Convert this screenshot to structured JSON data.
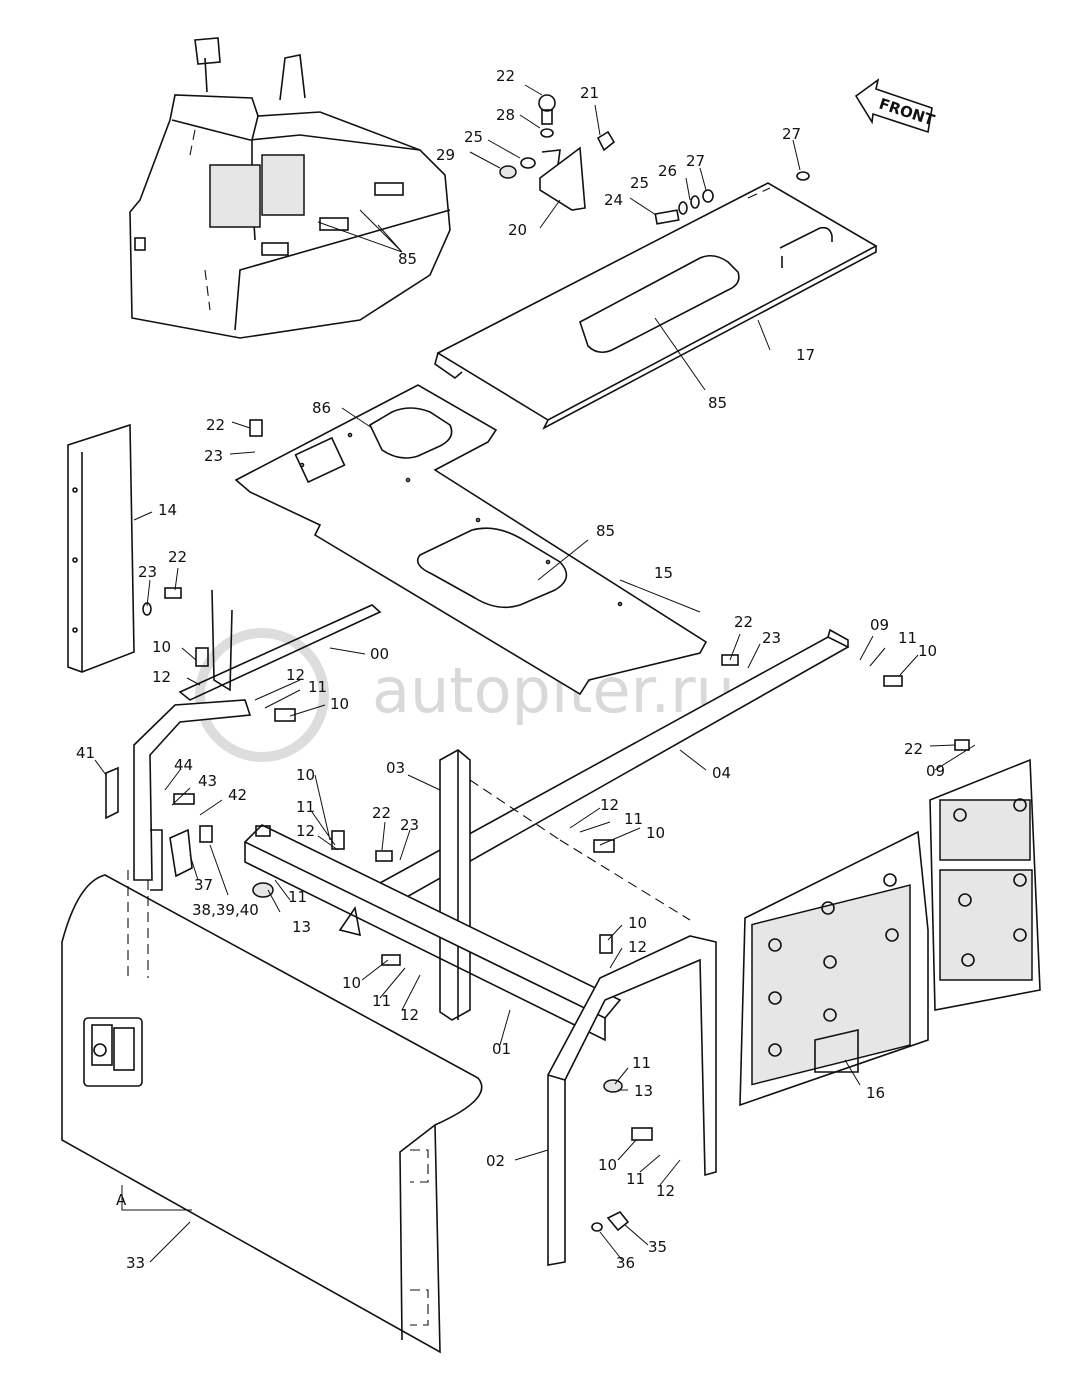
{
  "watermark": "autopiter.ru",
  "front_sign": "FRONT",
  "labels": {
    "l22a": "22",
    "l28": "28",
    "l21": "21",
    "l25a": "25",
    "l29": "29",
    "l20": "20",
    "l27a": "27",
    "l26": "26",
    "l25b": "25",
    "l24": "24",
    "l27b": "27",
    "l85a": "85",
    "l17": "17",
    "l85b": "85",
    "l86": "86",
    "l22b": "22",
    "l23a": "23",
    "l85c": "85",
    "l15": "15",
    "l14": "14",
    "l23b": "23",
    "l22c": "22",
    "l10a": "10",
    "l12a": "12",
    "l00": "00",
    "l12b": "12",
    "l11a": "11",
    "l10b": "10",
    "l22d": "22",
    "l23c": "23",
    "l09a": "09",
    "l11b": "11",
    "l10c": "10",
    "l41": "41",
    "l44": "44",
    "l43": "43",
    "l42": "42",
    "l37": "37",
    "l383940": "38,39,40",
    "l10d": "10",
    "l11c": "11",
    "l12c": "12",
    "l11d": "11",
    "l13a": "13",
    "l03": "03",
    "l22e": "22",
    "l23d": "23",
    "l04": "04",
    "l12d": "12",
    "l11e": "11",
    "l10e": "10",
    "l22f": "22",
    "l09b": "09",
    "l10f": "10",
    "l11f": "11",
    "l12e": "12",
    "l10g": "10",
    "l12f": "12",
    "l01": "01",
    "l11g": "11",
    "l13b": "13",
    "l16": "16",
    "l02": "02",
    "l10h": "10",
    "l11h": "11",
    "l12g": "12",
    "lA": "A",
    "l33": "33",
    "l35": "35",
    "l36": "36"
  }
}
